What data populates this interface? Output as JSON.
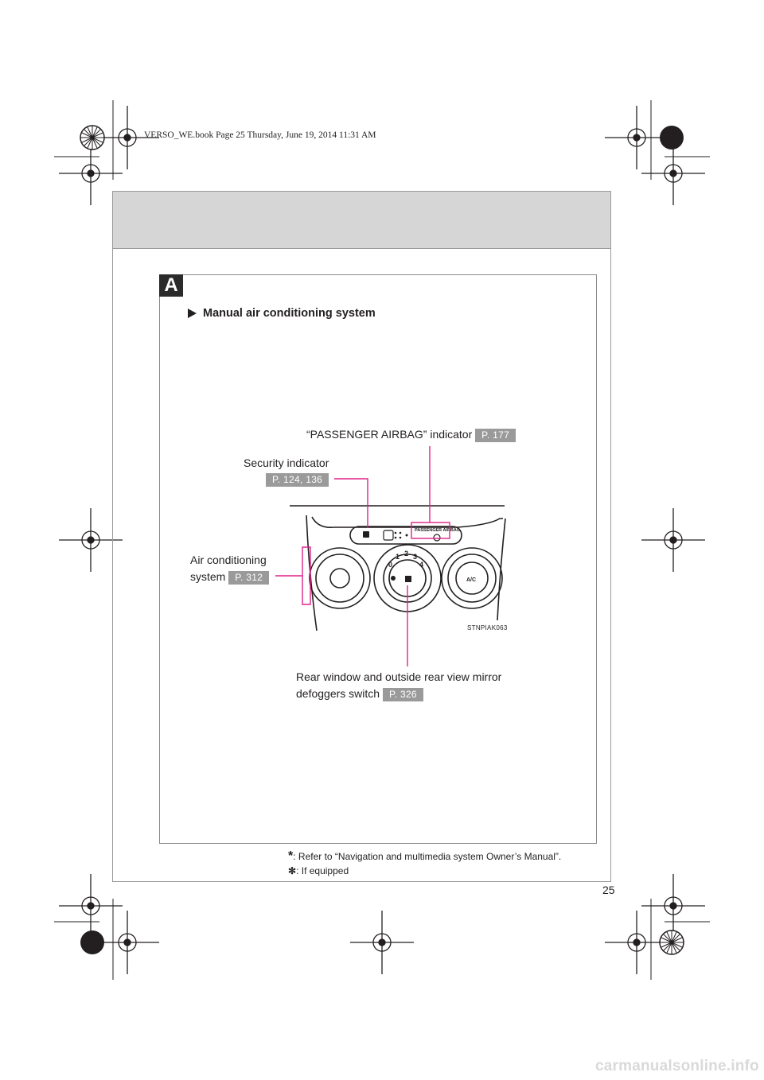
{
  "watermark": "VERSO_WE.book  Page 25  Thursday, June 19, 2014  11:31 AM",
  "section": {
    "letter": "A"
  },
  "heading": "Manual air conditioning system",
  "callouts": {
    "passenger_airbag": {
      "label": "“PASSENGER AIRBAG” indicator",
      "ref": "P. 177"
    },
    "security": {
      "label": "Security indicator",
      "ref": "P. 124, 136"
    },
    "air_conditioning": {
      "label_line1": "Air conditioning",
      "label_line2": "system",
      "ref": "P. 312"
    },
    "rear_window": {
      "label_line1": "Rear window and outside rear view mirror",
      "label_line2": "defoggers switch",
      "ref": "P. 326"
    }
  },
  "illustration": {
    "code": "STNPIAK063",
    "panel_text": "PASSENGER  AIRBAG",
    "ac_label": "A/C",
    "fan_speeds": [
      "0",
      "1",
      "2",
      "3",
      "4"
    ]
  },
  "footnotes": [
    {
      "symbol": "*",
      "text": ": Refer to “Navigation and multimedia system Owner’s Manual”."
    },
    {
      "symbol": "✻",
      "text": ": If equipped"
    }
  ],
  "page_number": "25",
  "site": "carmanualsonline.info",
  "colors": {
    "callout_line": "#e0218a",
    "ref_badge": "#9a9a9a",
    "header_band": "#d6d6d6"
  }
}
